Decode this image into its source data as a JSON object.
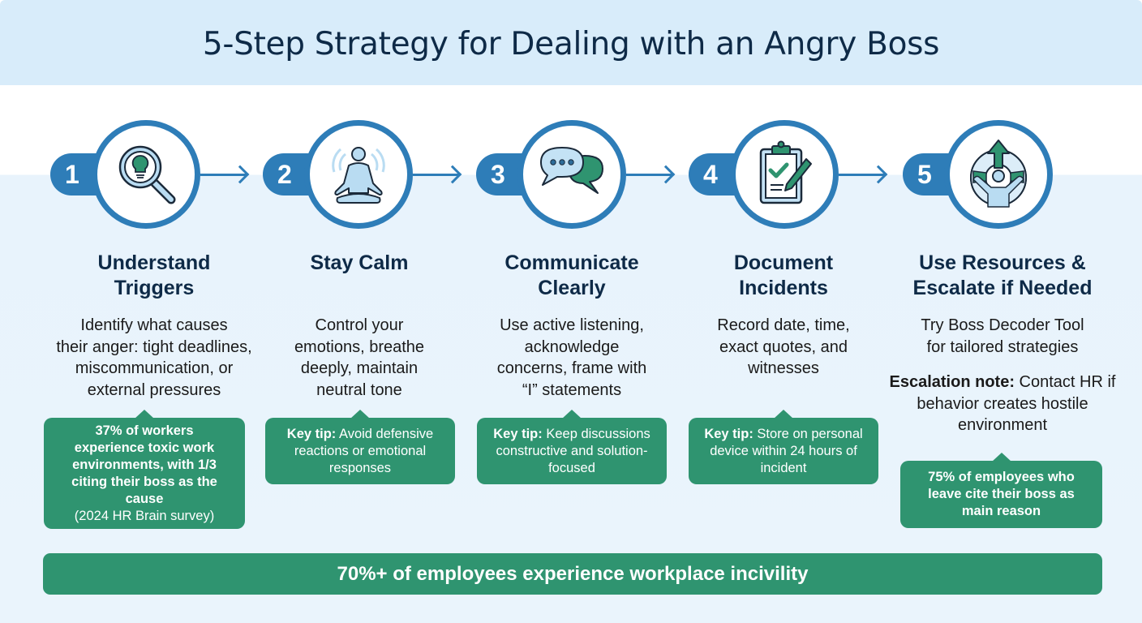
{
  "header": {
    "title": "5-Step Strategy for Dealing with an Angry Boss"
  },
  "colors": {
    "header_bg": "#d8ecfa",
    "title": "#0e2a47",
    "accent_blue": "#2e7db8",
    "accent_green": "#2f9470",
    "icon_light_blue": "#b9dcf2"
  },
  "steps": [
    {
      "number": "1",
      "icon": "magnifier-lightbulb-icon",
      "title_line1": "Understand",
      "title_line2": "Triggers",
      "desc_lines": [
        "Identify what causes",
        "their anger: tight deadlines,",
        "miscommunication, or",
        "external pressures"
      ],
      "tip": {
        "lines_bold": [
          "37% of workers",
          "experience toxic work",
          "environments, with 1/3",
          "citing their boss as the",
          "cause"
        ],
        "source": "(2024 HR Brain survey)"
      }
    },
    {
      "number": "2",
      "icon": "meditation-icon",
      "title_line1": "Stay Calm",
      "title_line2": "",
      "desc_lines": [
        "Control your",
        "emotions, breathe",
        "deeply, maintain",
        "neutral tone"
      ],
      "tip": {
        "label": "Key tip:",
        "text": "Avoid defensive reactions or emotional responses"
      }
    },
    {
      "number": "3",
      "icon": "chat-bubbles-icon",
      "title_line1": "Communicate",
      "title_line2": "Clearly",
      "desc_lines": [
        "Use active listening,",
        "acknowledge",
        "concerns, frame with",
        "“I” statements"
      ],
      "tip": {
        "label": "Key tip:",
        "text": "Keep discussions constructive and solution-focused"
      }
    },
    {
      "number": "4",
      "icon": "clipboard-check-icon",
      "title_line1": "Document",
      "title_line2": "Incidents",
      "desc_lines": [
        "Record date, time,",
        "exact quotes, and",
        "witnesses"
      ],
      "tip": {
        "label": "Key tip:",
        "text": "Store on personal device within 24 hours of incident"
      }
    },
    {
      "number": "5",
      "icon": "escalate-lifebuoy-icon",
      "title_line1": "Use Resources &",
      "title_line2": "Escalate if Needed",
      "desc_lines": [
        "Try Boss Decoder Tool",
        "for tailored strategies"
      ],
      "note": {
        "label": "Escalation note:",
        "text": "Contact HR if behavior creates hostile environment"
      },
      "tip": {
        "lines_bold": [
          "75% of employees who",
          "leave cite their boss as",
          "main reason"
        ]
      }
    }
  ],
  "footer": {
    "text": "70%+ of employees experience workplace incivility"
  }
}
